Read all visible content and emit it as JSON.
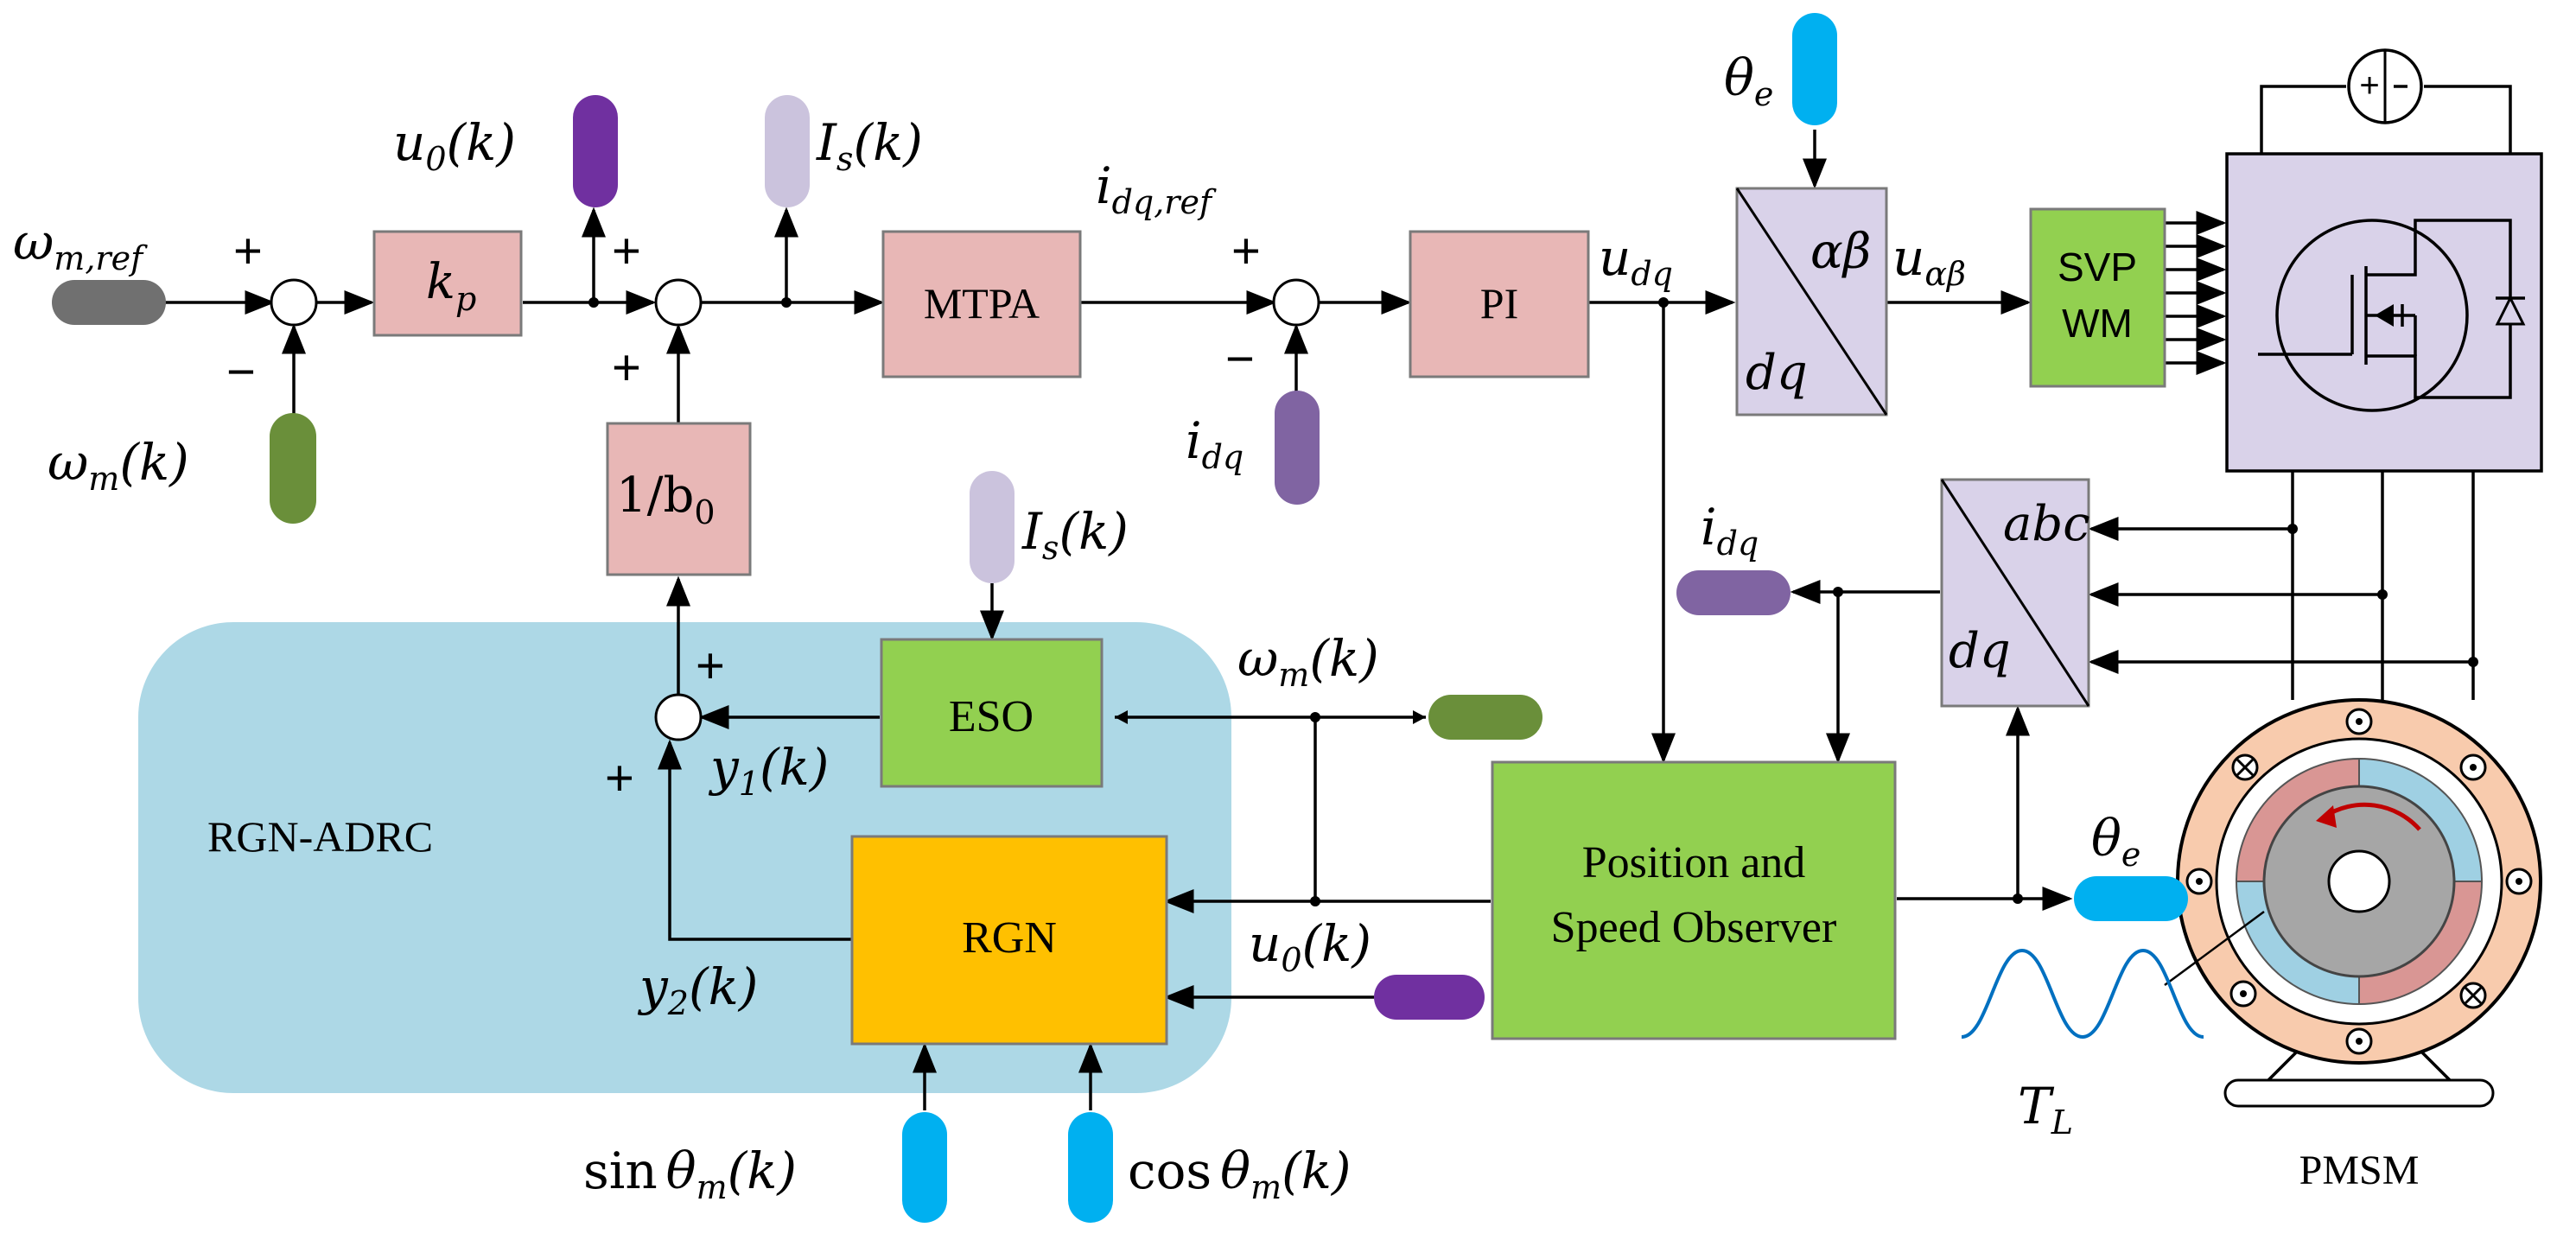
{
  "colors": {
    "pink_block": "#e8b7b6",
    "green_block": "#92d050",
    "orange_block": "#ffc000",
    "rgn_region": "#add8e6",
    "lilac_block": "#d9d2e9",
    "gray_pill": "#707070",
    "olive_pill": "#6a8f3a",
    "purple_pill": "#7030a0",
    "lilac_pill": "#cbc3dd",
    "mauve_pill": "#8064a2",
    "cyan_pill": "#00b0f0",
    "motor_ring": "#f8cbad",
    "motor_magnet_red": "#d99694",
    "motor_magnet_blue": "#9fd0e3",
    "torque_wave": "#0070c0",
    "rotor_arrow": "#c00000"
  },
  "region": {
    "label": "RGN-ADRC"
  },
  "blocks": {
    "kp": {
      "main": "k",
      "sub": "p"
    },
    "inv_b0": {
      "main": "1/b",
      "sub": "0"
    },
    "mtpa": "MTPA",
    "pi": "PI",
    "eso": "ESO",
    "rgn": "RGN",
    "observer": {
      "line1": "Position and",
      "line2": "Speed Observer"
    },
    "svpwm": {
      "line1": "SVP",
      "line2": "WM"
    },
    "transform_top": {
      "upper": "αβ",
      "lower": "dq"
    },
    "transform_mid": {
      "upper": "abc",
      "lower": "dq"
    }
  },
  "signals": {
    "omega_ref": {
      "main": "ω",
      "sub": "m,ref"
    },
    "omega_m_k": {
      "main": "ω",
      "sub": "m",
      "arg": "(k)"
    },
    "omega_m_k_eso": {
      "main": "ω",
      "sub": "m",
      "arg": "(k)"
    },
    "u0_k_top": {
      "main": "u",
      "sub": "0",
      "arg": "(k)"
    },
    "u0_k_rgn": {
      "main": "u",
      "sub": "0",
      "arg": "(k)"
    },
    "is_k_top": {
      "main": "I",
      "sub": "s",
      "arg": "(k)"
    },
    "is_k_eso": {
      "main": "I",
      "sub": "s",
      "arg": "(k)"
    },
    "idq_ref": {
      "main": "i",
      "sub": "dq,ref"
    },
    "idq_pi": {
      "main": "i",
      "sub": "dq"
    },
    "idq_mid": {
      "main": "i",
      "sub": "dq"
    },
    "udq": {
      "main": "u",
      "sub": "dq"
    },
    "u_alphabeta": {
      "main": "u",
      "sub": "αβ"
    },
    "theta_e_top": {
      "main": "θ",
      "sub": "e"
    },
    "theta_e_right": {
      "main": "θ",
      "sub": "e"
    },
    "y1_k": {
      "main": "y",
      "sub": "1",
      "arg": "(k)"
    },
    "y2_k": {
      "main": "y",
      "sub": "2",
      "arg": "(k)"
    },
    "sin_theta": {
      "fn": "sin",
      "main": "θ",
      "sub": "m",
      "arg": "(k)"
    },
    "cos_theta": {
      "fn": "cos",
      "main": "θ",
      "sub": "m",
      "arg": "(k)"
    },
    "torque_load": {
      "main": "T",
      "sub": "L"
    }
  },
  "signs": {
    "sum1_plus": "+",
    "sum1_minus": "−",
    "sum2_plus_top": "+",
    "sum2_plus_bottom": "+",
    "sum3_plus": "+",
    "sum3_minus": "−",
    "sum4_plus_top": "+",
    "sum4_plus_left": "+"
  },
  "motor": {
    "label": "PMSM"
  },
  "icons": [
    "dc-source-icon",
    "mosfet-icon",
    "diode-icon",
    "rotation-arrow-icon",
    "coil-dot-icon",
    "coil-cross-icon"
  ]
}
